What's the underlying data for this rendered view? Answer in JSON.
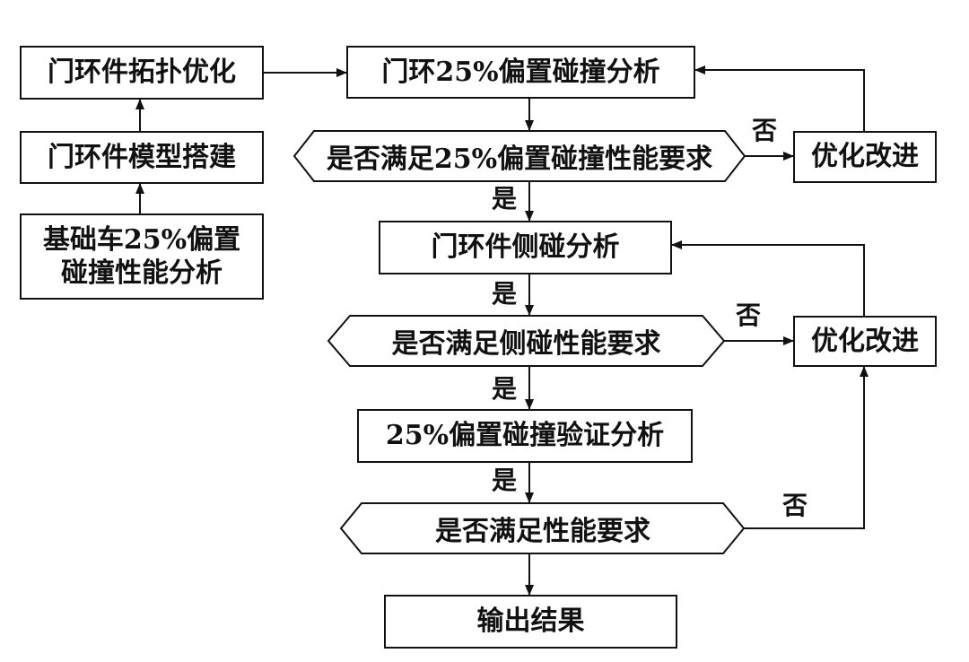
{
  "nodes": {
    "topology": "门环件拓扑优化",
    "model": "门环件模型搭建",
    "base_line1": "基础车25%偏置",
    "base_line2": "碰撞性能分析",
    "offset_analysis": "门环25%偏置碰撞分析",
    "offset_check": "是否满足25%偏置碰撞性能要求",
    "improve_1": "优化改进",
    "side_analysis": "门环件侧碰分析",
    "side_check": "是否满足侧碰性能要求",
    "improve_2": "优化改进",
    "verify_analysis": "25%偏置碰撞验证分析",
    "final_check": "是否满足性能要求",
    "output": "输出结果"
  },
  "labels": {
    "yes": "是",
    "no": "否"
  },
  "colors": {
    "line": "#111111",
    "background": "#ffffff"
  }
}
